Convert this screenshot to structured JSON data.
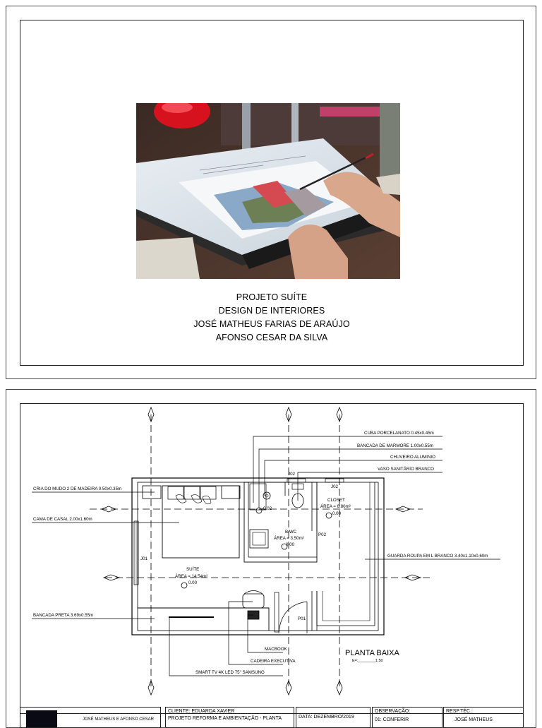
{
  "cover": {
    "title_lines": [
      "PROJETO SUÍTE",
      "DESIGN DE INTERIORES",
      "JOSÉ MATHEUS FARIAS DE ARAÚJO",
      "AFONSO CESAR DA SILVA"
    ]
  },
  "plan": {
    "annotations": {
      "cuba": "CUBA PORCELANATO 0.45x0.45m",
      "bancada_marmore": "BANCADA DE MARMORE 1.00x0.55m",
      "chuveiro": "CHUVEIRO ALUMINIO",
      "vaso": "VASO SANITÁRIO BRANCO",
      "criado": "CRIA DO MUDO 2 DE MADEIRA 0.50x0.35m",
      "cama": "CAMA DE CASAL 2.00x1.60m",
      "guarda_roupa": "GUARDA ROUPA EM L BRANCO 3.40x1.10x0.60m",
      "bancada_preta": "BANCADA  PRETA 3.69x0.55m",
      "macbook": "MACBOOK",
      "cadeira": "CADEIRA EXECUTIVA",
      "tv": "SMART TV 4K LED 75\" SAMSUNG"
    },
    "rooms": {
      "suite_name": "SUÍTE",
      "suite_area": "ÁREA = 14.54m²",
      "suite_level": "0.00",
      "bwc_name": "B/WC",
      "bwc_area": "ÁREA = 3.50m²",
      "bwc_level": "0.00",
      "bwc_level2": "-0.02",
      "closet_name": "CLOSET",
      "closet_area": "ÁREA = 6.80m²",
      "closet_level": "0.00"
    },
    "openings": {
      "j01": "J01",
      "j02a": "J02",
      "j02b": "J02",
      "p01": "P01",
      "p02": "P02"
    },
    "plan_title": "PLANTA BAIXA",
    "scale": "E=:________1:50"
  },
  "title_block": {
    "authors": "JOSÉ MATHEUS E AFONSO CESAR",
    "client": "CLIENTE: EDUARDA XAVIER",
    "project": "PROJETO REFORMA E AMBIENTAÇÃO - PLANTA",
    "date": "DATA: DEZEMBRO/2019",
    "obs": "OBSERVAÇÃO:",
    "obs_item": "01: CONFERIR",
    "resp": "RESP.TÉC.:",
    "resp_name": "JOSÉ MATHEUS"
  }
}
